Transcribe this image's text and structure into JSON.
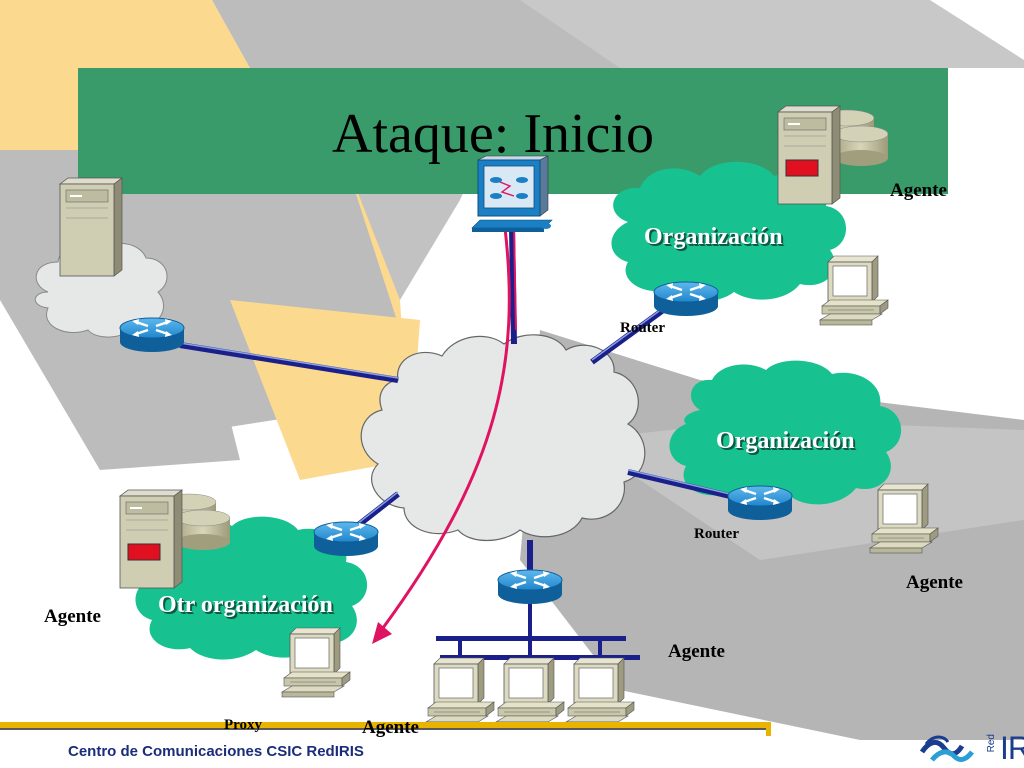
{
  "slide": {
    "title": "Ataque: Inicio",
    "footer": "Centro de Comunicaciones CSIC  RedIRIS",
    "logo_small": "Red",
    "logo_big": "IRI"
  },
  "labels": {
    "agent_top_right": "Agente",
    "agent_right": "Agente",
    "agent_left": "Agente",
    "agent_middle": "Agente",
    "agent_bottom": "Agente",
    "router_top": "Router",
    "router_right": "Router",
    "proxy": "Proxy",
    "org_top": "Organización",
    "org_right": "Organización",
    "org_bottom": "Otr organización"
  },
  "colors": {
    "title_band": "#3a9b6a",
    "org_cloud": "#17c290",
    "internet_cloud": "#e6e8e8",
    "link": "#1a1f8a",
    "attack_arrow": "#e01262",
    "background_beige": "#fbd98f",
    "background_gray": "#bcbcbc",
    "router": "#1a7fc4",
    "footer_line": "#e8b400"
  },
  "icons": [
    "router-icon",
    "server-icon",
    "database-icon",
    "workstation-icon",
    "management-station-icon"
  ]
}
